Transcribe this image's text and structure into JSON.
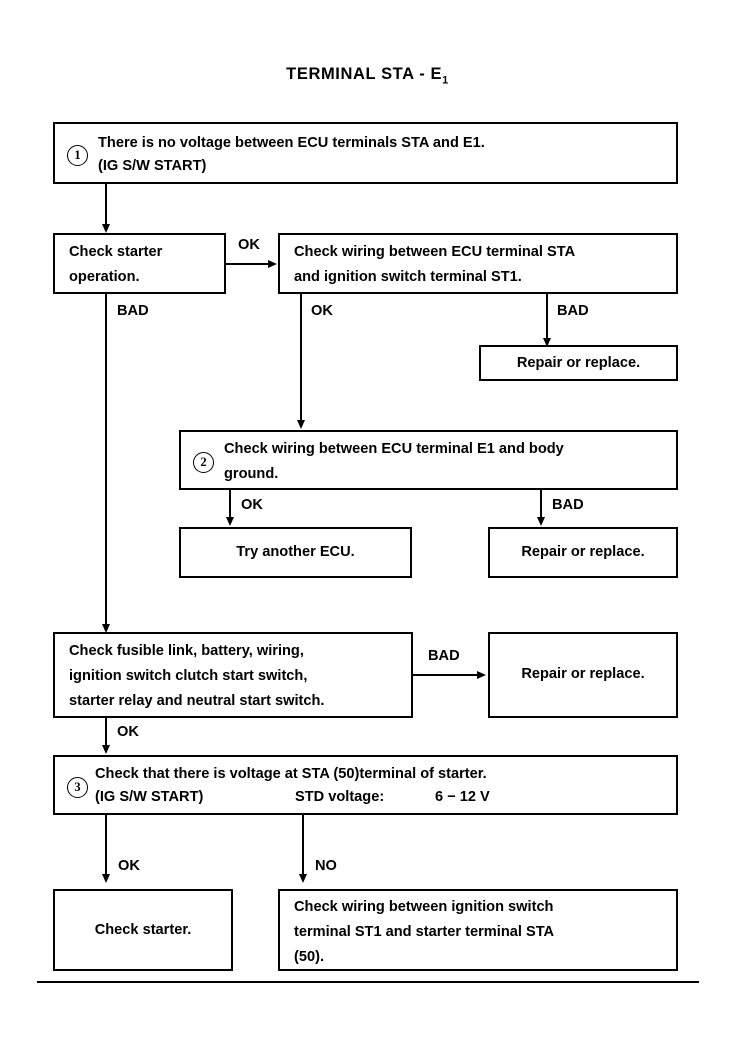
{
  "page": {
    "title_main": "TERMINAL STA - E",
    "title_sub": "1"
  },
  "boxes": {
    "step1": {
      "number": "1",
      "line1": "There is no voltage between ECU terminals STA and E1.",
      "line2": "(IG S/W START)"
    },
    "check_starter_operation": {
      "text": "Check starter\noperation."
    },
    "check_wiring_sta_st1": {
      "text": "Check wiring between ECU terminal STA\nand ignition switch terminal ST1."
    },
    "repair_replace_1": {
      "text": "Repair or replace."
    },
    "step2": {
      "number": "2",
      "text": "Check wiring between ECU terminal E1 and body\nground."
    },
    "try_another_ecu": {
      "text": "Try another ECU."
    },
    "repair_replace_2": {
      "text": "Repair or replace."
    },
    "check_fusible_link": {
      "text": "Check fusible link, battery, wiring,\nignition switch clutch start switch,\nstarter relay and neutral start switch."
    },
    "repair_replace_3": {
      "text": "Repair or replace."
    },
    "step3": {
      "number": "3",
      "line1": "Check that there is voltage at STA (50)terminal of starter.",
      "line2a": "(IG S/W START)",
      "line2b": "STD voltage:",
      "line2c": "6 − 12 V"
    },
    "check_starter": {
      "text": "Check starter."
    },
    "check_wiring_st1_sta50": {
      "text": "Check wiring between ignition switch\nterminal ST1 and starter terminal STA\n(50)."
    }
  },
  "edge_labels": {
    "ok_1": "OK",
    "bad_1": "BAD",
    "ok_2": "OK",
    "bad_2": "BAD",
    "ok_3": "OK",
    "bad_3": "BAD",
    "bad_4": "BAD",
    "ok_4": "OK",
    "ok_5": "OK",
    "no_1": "NO"
  },
  "colors": {
    "ink": "#000000",
    "paper": "#ffffff"
  }
}
